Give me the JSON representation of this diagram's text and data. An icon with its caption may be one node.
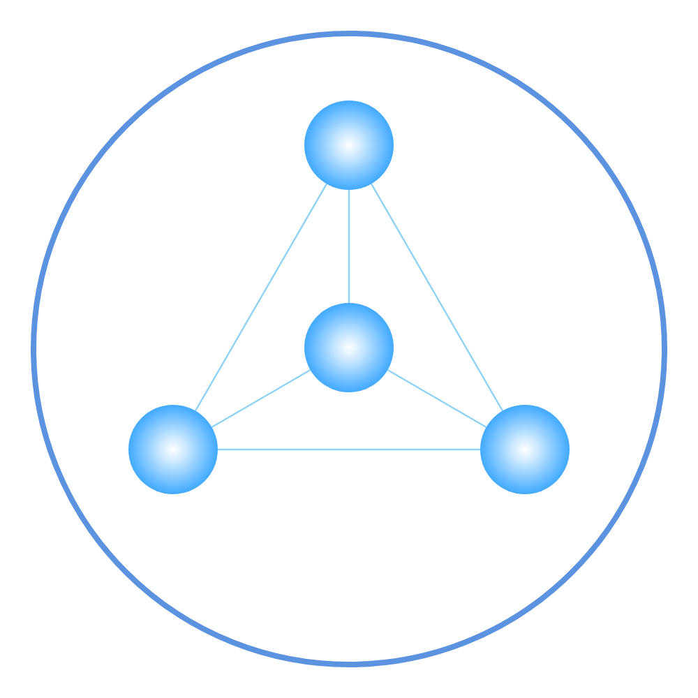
{
  "diagram": {
    "nodes": [
      {
        "text": [],
        "shape": "circle"
      },
      {
        "text": [],
        "shape": "circle",
        "in": 0
      },
      {
        "text": [],
        "shape": "circle",
        "in": 0
      },
      {
        "text": [],
        "shape": "circle",
        "in": 0
      },
      {
        "text": [],
        "shape": "circle",
        "in": 0
      }
    ],
    "edges": [
      {
        "from": 1,
        "to": 2,
        "arrow": "none"
      },
      {
        "from": 1,
        "to": 3,
        "arrow": "none"
      },
      {
        "from": 1,
        "to": 4,
        "arrow": "none"
      },
      {
        "from": 2,
        "to": 3,
        "arrow": "none"
      },
      {
        "from": 2,
        "to": 4,
        "arrow": "none"
      },
      {
        "from": 3,
        "to": 4,
        "arrow": "none"
      }
    ]
  }
}
